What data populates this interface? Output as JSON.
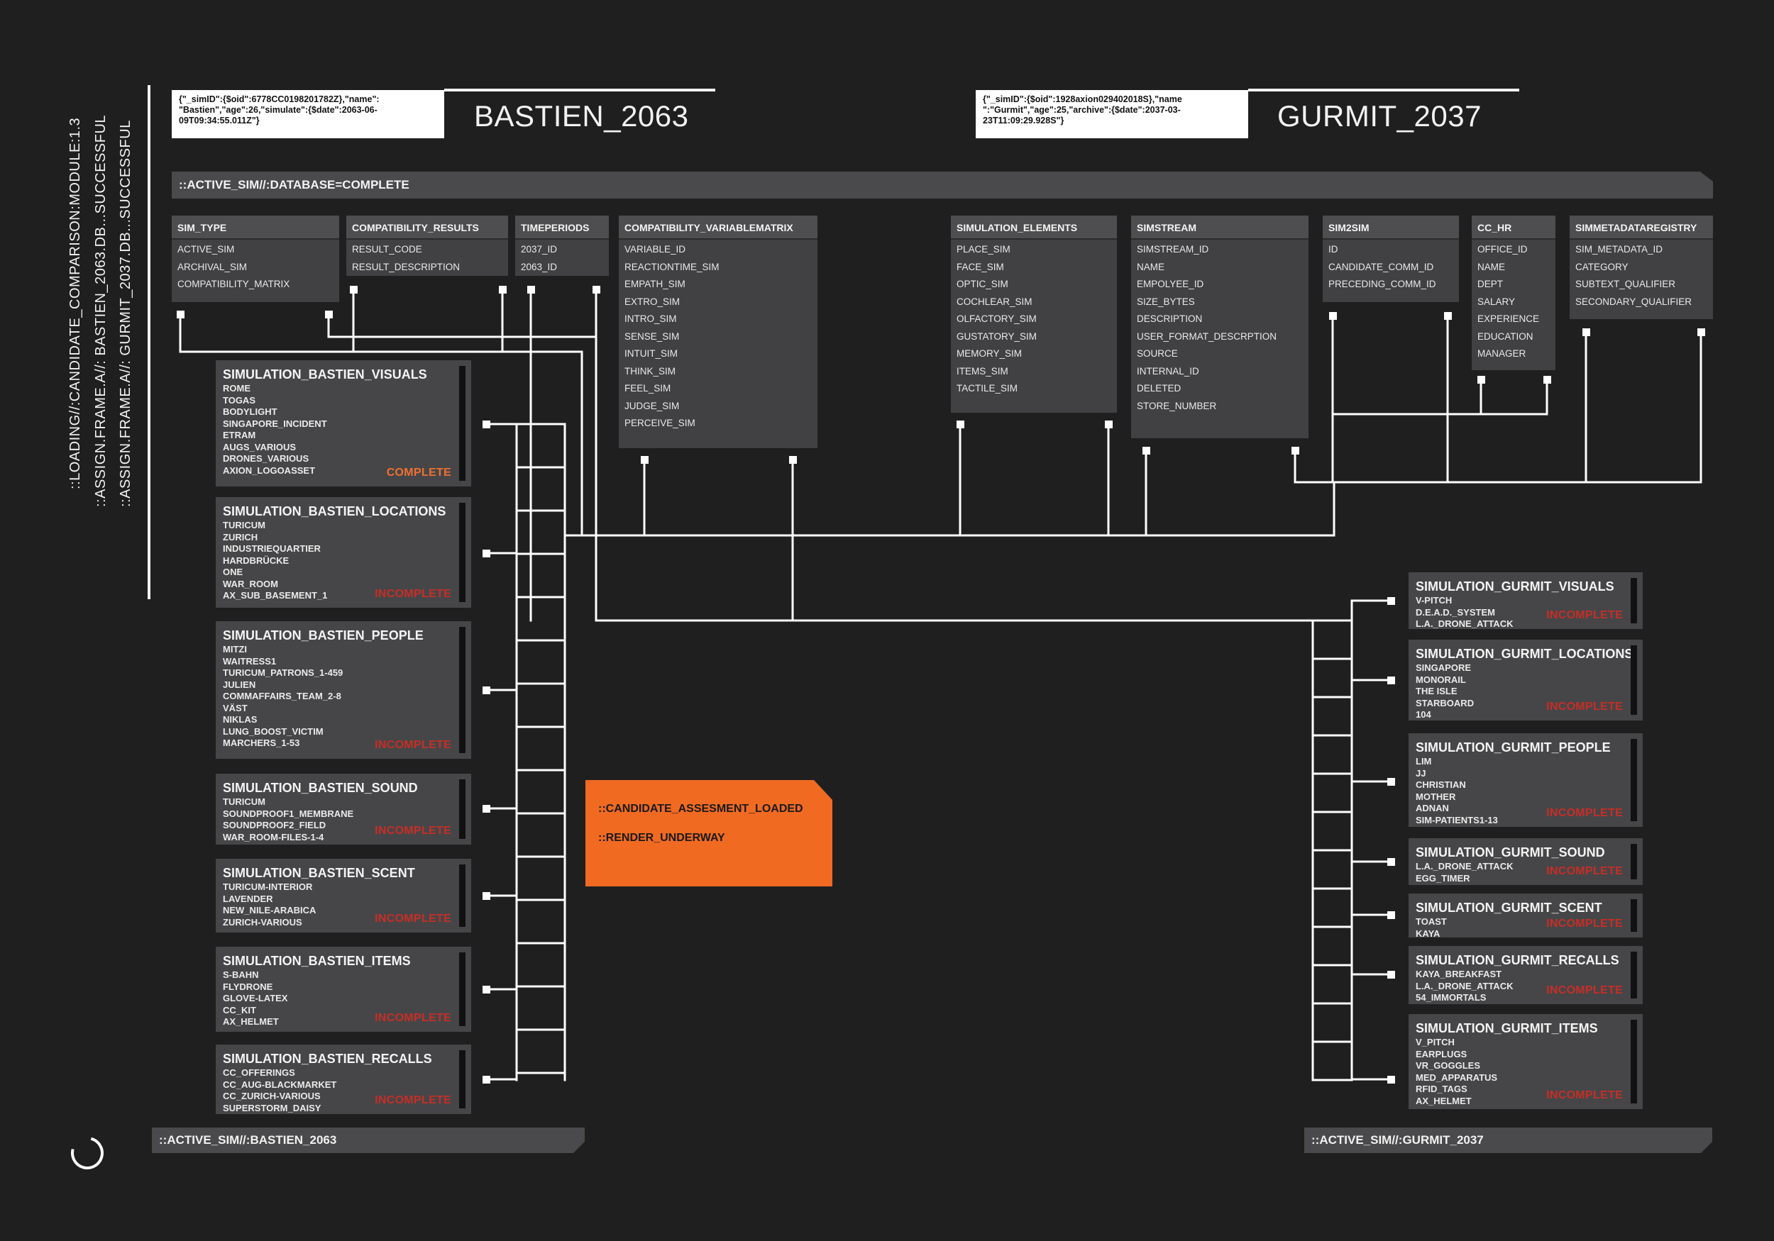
{
  "log_lines": [
    "::LOADING//:CANDIDATE_COMPARISON:MODULE:1.3",
    "::ASSIGN.FRAME.A//: BASTIEN_2063.DB...SUCCESSFUL",
    "::ASSIGN.FRAME.A//: GURMIT_2037.DB...SUCCESSFUL"
  ],
  "header_left": {
    "json": "{\"_simID\":{$oid\":6778CC0198201782Z},\"name\": \"Bastien\",\"age\":26,\"simulate\":{$date\":2063-06-09T09:34:55.011Z\"}",
    "name": "BASTIEN_2063"
  },
  "header_right": {
    "json": "{\"_simID\":{$oid\":1928axion029402018S},\"name \":\"Gurmit\",\"age\":25,\"archive\":{$date\":2037-03-23T11:09:29.928S\"}",
    "name": "GURMIT_2037"
  },
  "banner_top": "::ACTIVE_SIM//:DATABASE=COMPLETE",
  "banner_bottom_left": "::ACTIVE_SIM//:BASTIEN_2063",
  "banner_bottom_right": "::ACTIVE_SIM//:GURMIT_2037",
  "tables": [
    {
      "title": "SIM_TYPE",
      "rows": [
        "ACTIVE_SIM",
        "ARCHIVAL_SIM",
        "COMPATIBILITY_MATRIX"
      ]
    },
    {
      "title": "COMPATIBILITY_RESULTS",
      "rows": [
        "RESULT_CODE",
        "RESULT_DESCRIPTION"
      ]
    },
    {
      "title": "TIMEPERIODS",
      "rows": [
        "2037_ID",
        "2063_ID"
      ]
    },
    {
      "title": "COMPATIBILITY_VARIABLEMATRIX",
      "rows": [
        "VARIABLE_ID",
        "REACTIONTIME_SIM",
        "EMPATH_SIM",
        "EXTRO_SIM",
        "INTRO_SIM",
        "SENSE_SIM",
        "INTUIT_SIM",
        "THINK_SIM",
        "FEEL_SIM",
        "JUDGE_SIM",
        "PERCEIVE_SIM"
      ]
    },
    {
      "title": "SIMULATION_ELEMENTS",
      "rows": [
        "PLACE_SIM",
        "FACE_SIM",
        "OPTIC_SIM",
        "COCHLEAR_SIM",
        "OLFACTORY_SIM",
        "GUSTATORY_SIM",
        "MEMORY_SIM",
        "ITEMS_SIM",
        "TACTILE_SIM"
      ]
    },
    {
      "title": "SIMSTREAM",
      "rows": [
        "SIMSTREAM_ID",
        "NAME",
        "EMPOLYEE_ID",
        "SIZE_BYTES",
        "DESCRIPTION",
        "USER_FORMAT_DESCRPTION",
        "SOURCE",
        "INTERNAL_ID",
        "DELETED",
        "STORE_NUMBER"
      ]
    },
    {
      "title": "SIM2SIM",
      "rows": [
        "ID",
        "CANDIDATE_COMM_ID",
        "PRECEDING_COMM_ID"
      ]
    },
    {
      "title": "CC_HR",
      "rows": [
        "OFFICE_ID",
        "NAME",
        "DEPT",
        "SALARY",
        "EXPERIENCE",
        "EDUCATION",
        "MANAGER"
      ]
    },
    {
      "title": "SIMMETADATAREGISTRY",
      "rows": [
        "SIM_METADATA_ID",
        "CATEGORY",
        "SUBTEXT_QUALIFIER",
        "SECONDARY_QUALIFIER"
      ]
    }
  ],
  "bastien_cards": [
    {
      "title": "SIMULATION_BASTIEN_VISUALS",
      "items": [
        "ROME",
        "TOGAS",
        "BODYLIGHT",
        "SINGAPORE_INCIDENT",
        "ETRAM",
        "AUGS_VARIOUS",
        "DRONES_VARIOUS",
        "AXION_LOGOASSET"
      ],
      "status": "COMPLETE"
    },
    {
      "title": "SIMULATION_BASTIEN_LOCATIONS",
      "items": [
        "TURICUM",
        "ZURICH",
        "INDUSTRIEQUARTIER",
        "HARDBRÜCKE",
        "ONE",
        "WAR_ROOM",
        "AX_SUB_BASEMENT_1"
      ],
      "status": "INCOMPLETE"
    },
    {
      "title": "SIMULATION_BASTIEN_PEOPLE",
      "items": [
        "MITZI",
        "WAITRESS1",
        "TURICUM_PATRONS_1-459",
        "JULIEN",
        "COMMAFFAIRS_TEAM_2-8",
        "VÄST",
        "NIKLAS",
        "LUNG_BOOST_VICTIM",
        "MARCHERS_1-53"
      ],
      "status": "INCOMPLETE"
    },
    {
      "title": "SIMULATION_BASTIEN_SOUND",
      "items": [
        "TURICUM",
        "SOUNDPROOF1_MEMBRANE",
        "SOUNDPROOF2_FIELD",
        "WAR_ROOM-FILES-1-4"
      ],
      "status": "INCOMPLETE"
    },
    {
      "title": "SIMULATION_BASTIEN_SCENT",
      "items": [
        "TURICUM-INTERIOR",
        "LAVENDER",
        "NEW_NILE-ARABICA",
        "ZURICH-VARIOUS"
      ],
      "status": "INCOMPLETE"
    },
    {
      "title": "SIMULATION_BASTIEN_ITEMS",
      "items": [
        "S-BAHN",
        "FLYDRONE",
        "GLOVE-LATEX",
        "CC_KIT",
        "AX_HELMET"
      ],
      "status": "INCOMPLETE"
    },
    {
      "title": "SIMULATION_BASTIEN_RECALLS",
      "items": [
        "CC_OFFERINGS",
        "CC_AUG-BLACKMARKET",
        "CC_ZURICH-VARIOUS",
        "SUPERSTORM_DAISY"
      ],
      "status": "INCOMPLETE"
    }
  ],
  "gurmit_cards": [
    {
      "title": "SIMULATION_GURMIT_VISUALS",
      "items": [
        "V-PITCH",
        "D.E.A.D._SYSTEM",
        "L.A._DRONE_ATTACK"
      ],
      "status": "INCOMPLETE"
    },
    {
      "title": "SIMULATION_GURMIT_LOCATIONS",
      "items": [
        "SINGAPORE",
        "MONORAIL",
        "THE ISLE",
        "STARBOARD",
        "104"
      ],
      "status": "INCOMPLETE"
    },
    {
      "title": "SIMULATION_GURMIT_PEOPLE",
      "items": [
        "LIM",
        "JJ",
        "CHRISTIAN",
        "MOTHER",
        "ADNAN",
        "SIM-PATIENTS1-13"
      ],
      "status": "INCOMPLETE"
    },
    {
      "title": "SIMULATION_GURMIT_SOUND",
      "items": [
        "L.A._DRONE_ATTACK",
        "EGG_TIMER"
      ],
      "status": "INCOMPLETE"
    },
    {
      "title": "SIMULATION_GURMIT_SCENT",
      "items": [
        "TOAST",
        "KAYA"
      ],
      "status": "INCOMPLETE"
    },
    {
      "title": "SIMULATION_GURMIT_RECALLS",
      "items": [
        "KAYA_BREAKFAST",
        "L.A._DRONE_ATTACK",
        "54_IMMORTALS"
      ],
      "status": "INCOMPLETE"
    },
    {
      "title": "SIMULATION_GURMIT_ITEMS",
      "items": [
        "V_PITCH",
        "EARPLUGS",
        "VR_GOGGLES",
        "MED_APPARATUS",
        "RFID_TAGS",
        "AX_HELMET"
      ],
      "status": "INCOMPLETE"
    }
  ],
  "panel": {
    "line1": "::CANDIDATE_ASSESMENT_LOADED",
    "line2": "::RENDER_UNDERWAY"
  },
  "colors": {
    "background": "#1f1f20",
    "accent_orange": "#f06a22",
    "status_complete": "#f07030",
    "status_incomplete": "#c82d26"
  }
}
